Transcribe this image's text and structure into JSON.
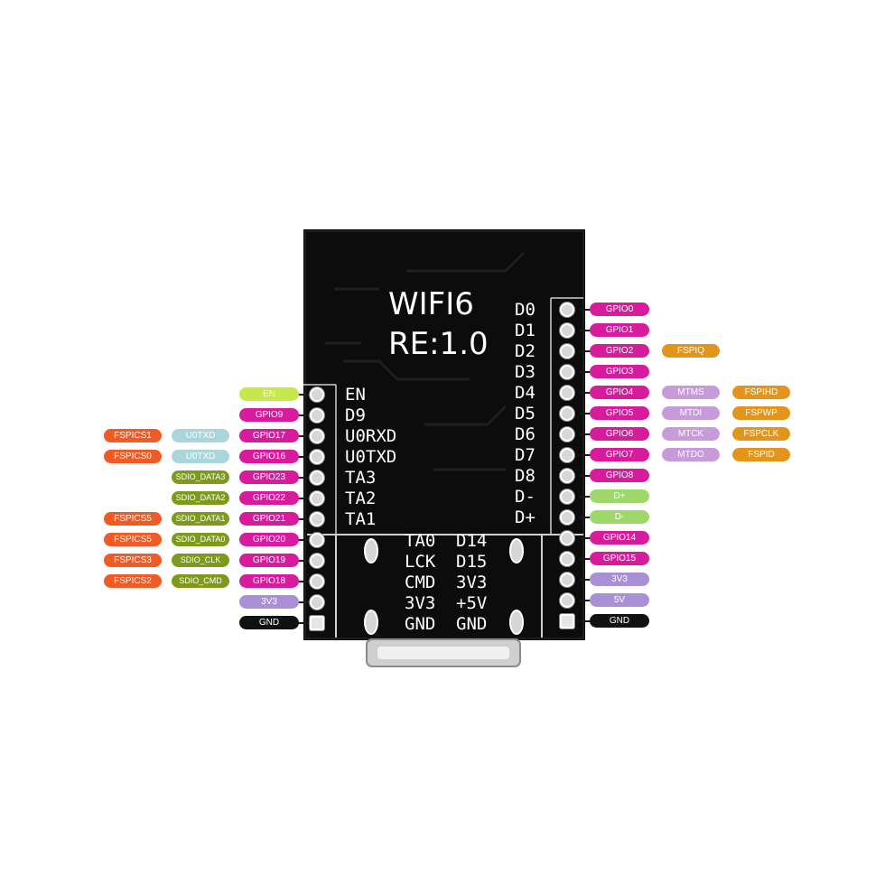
{
  "board": {
    "title_line1": "WIFI6",
    "title_line2": "RE:1.0",
    "left_silk": [
      "EN",
      "D9",
      "U0RXD",
      "U0TXD",
      "TA3",
      "TA2",
      "TA1"
    ],
    "right_silk": [
      "D0",
      "D1",
      "D2",
      "D3",
      "D4",
      "D5",
      "D6",
      "D7",
      "D8",
      "D-",
      "D+"
    ],
    "bottom_silk_rows": [
      [
        "TA0",
        "D14"
      ],
      [
        "LCK",
        "D15"
      ],
      [
        "CMD",
        "3V3"
      ],
      [
        "3V3",
        "+5V"
      ],
      [
        "GND",
        "GND"
      ]
    ]
  },
  "left_header": {
    "labels": [
      "EN",
      "GPIO9",
      "GPIO17",
      "GPIO16",
      "GPIO23",
      "GPIO22",
      "GPIO21",
      "GPIO20",
      "GPIO19",
      "GPIO18",
      "3V3",
      "GND"
    ],
    "col2": [
      "",
      "",
      "U0TXD",
      "U0TXD",
      "SDIO_DATA3",
      "SDIO_DATA2",
      "SDIO_DATA1",
      "SDIO_DATA0",
      "SDIO_CLK",
      "SDIO_CMD",
      "",
      ""
    ],
    "col3": [
      "",
      "",
      "FSPICS1",
      "FSPICS0",
      "",
      "",
      "FSPICS5",
      "FSPICS5",
      "FSPICS3",
      "FSPICS2",
      "",
      ""
    ]
  },
  "right_header": {
    "labels": [
      "GPIO0",
      "GPIO1",
      "GPIO2",
      "GPIO3",
      "GPIO4",
      "GPIO5",
      "GPIO6",
      "GPIO7",
      "GPIO8",
      "D+",
      "D-",
      "GPIO14",
      "GPIO15",
      "3V3",
      "5V",
      "GND"
    ],
    "col2": [
      "",
      "",
      "FSPIQ",
      "",
      "MTMS",
      "MTDI",
      "MTCK",
      "MTDO",
      "",
      "",
      "",
      "",
      "",
      "",
      "",
      ""
    ],
    "col3": [
      "",
      "",
      "",
      "",
      "FSPIHD",
      "FSPWP",
      "FSPCLK",
      "FSPID",
      "",
      "",
      "",
      "",
      "",
      "",
      "",
      ""
    ]
  },
  "colors": {
    "gpio": "#d81b9c",
    "power": "#a990d6",
    "gnd": "#111111",
    "en": "#c6e84a",
    "usb": "#9fd86a",
    "uart": "#a9d6d9",
    "sdio": "#7e9a1c",
    "fspi_left": "#f05a24",
    "fspi_right": "#e3951b",
    "jtag": "#c79ad9",
    "board": "#0c0c0c"
  }
}
